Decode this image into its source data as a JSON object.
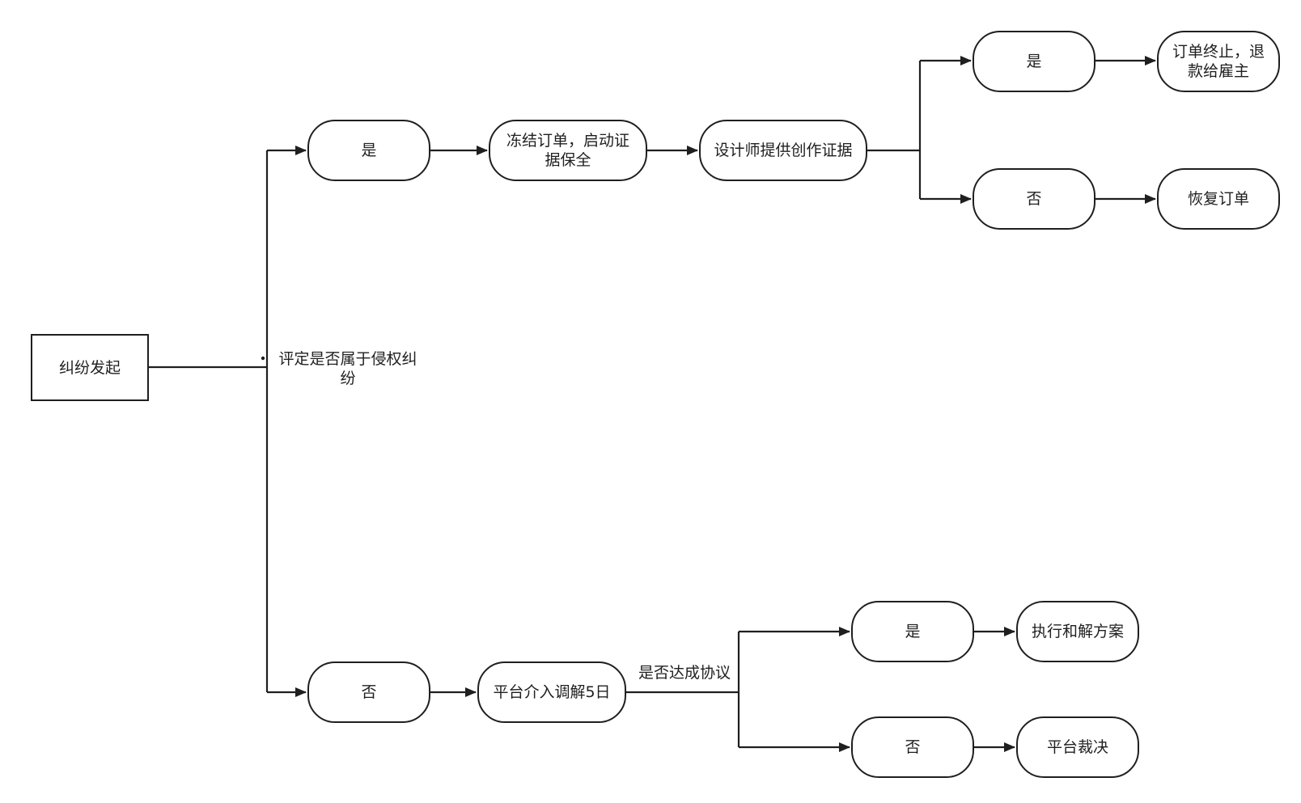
{
  "start": {
    "label": "纠纷发起"
  },
  "decision_label": "评定是否属于侵权纠纷",
  "branch_yes": {
    "label": "是",
    "step1": "冻结订单，启动证据保全",
    "step2": "设计师提供创作证据",
    "yes": {
      "label": "是",
      "result": "订单终止，退款给雇主"
    },
    "no": {
      "label": "否",
      "result": "恢复订单"
    }
  },
  "branch_no": {
    "label": "否",
    "step1": "平台介入调解5日",
    "question_label": "是否达成协议",
    "yes": {
      "label": "是",
      "result": "执行和解方案"
    },
    "no": {
      "label": "否",
      "result": "平台裁决"
    }
  },
  "colors": {
    "stroke": "#1f1f1f",
    "background": "#ffffff"
  }
}
